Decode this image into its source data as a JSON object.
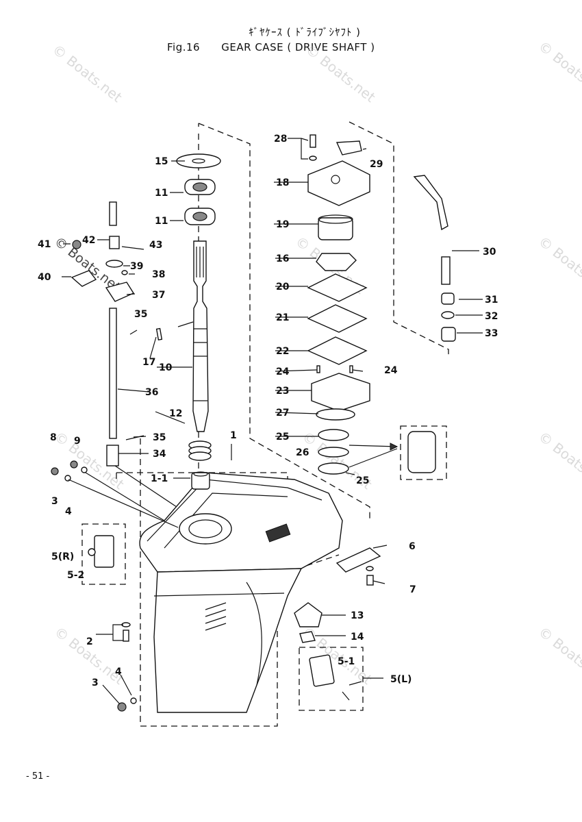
{
  "header": {
    "title_jp": "ｷﾞﾔｹｰｽ ( ﾄﾞﾗｲﾌﾞｼﾔﾌﾄ )",
    "fig": "Fig.16",
    "title_en": "GEAR CASE ( DRIVE SHAFT )"
  },
  "watermark": "© Boats.net",
  "page_number": "- 51 -",
  "callouts": {
    "p1": "1",
    "p1_1": "1-1",
    "p2": "2",
    "p3a": "3",
    "p3b": "3",
    "p4a": "4",
    "p4b": "4",
    "p5r": "5(R)",
    "p5_2": "5-2",
    "p5l": "5(L)",
    "p5_1": "5-1",
    "p6": "6",
    "p7": "7",
    "p8": "8",
    "p9": "9",
    "p10": "10",
    "p11a": "11",
    "p11b": "11",
    "p12": "12",
    "p13": "13",
    "p14": "14",
    "p15": "15",
    "p16": "16",
    "p17": "17",
    "p18": "18",
    "p19": "19",
    "p20": "20",
    "p21": "21",
    "p22": "22",
    "p23": "23",
    "p24a": "24",
    "p24b": "24",
    "p25a": "25",
    "p25b": "25",
    "p26": "26",
    "p27": "27",
    "p28": "28",
    "p29": "29",
    "p30": "30",
    "p31": "31",
    "p32": "32",
    "p33": "33",
    "p34": "34",
    "p35a": "35",
    "p35b": "35",
    "p36": "36",
    "p37": "37",
    "p38": "38",
    "p39": "39",
    "p40": "40",
    "p41": "41",
    "p42": "42",
    "p43": "43"
  }
}
